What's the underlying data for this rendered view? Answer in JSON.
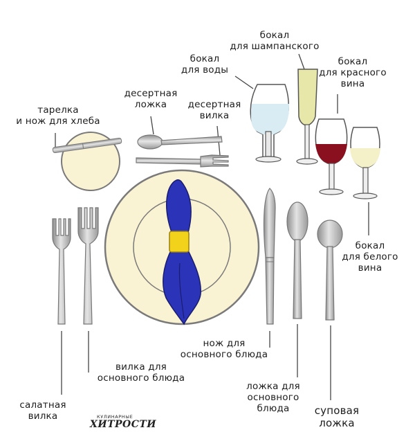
{
  "colors": {
    "plate": "#faf3d3",
    "plate_rim": "#7a7a7a",
    "napkin": "#2b33b8",
    "napkin_ring": "#f2d21a",
    "red_wine": "#8a1020",
    "white_wine": "#f4f0c8",
    "water": "#d9ecf4",
    "champagne": "#e6e7a8",
    "metal": "#b8b8b8"
  },
  "labels": {
    "bread_plate": [
      "тарелка",
      "и нож для хлеба"
    ],
    "dessert_spoon": [
      "десертная",
      "ложка"
    ],
    "dessert_fork": [
      "десертная",
      "вилка"
    ],
    "water_glass": [
      "бокал",
      "для воды"
    ],
    "champagne_glass": [
      "бокал",
      "для шампанского"
    ],
    "red_wine_glass": [
      "бокал",
      "для красного",
      "вина"
    ],
    "white_wine_glass": [
      "бокал",
      "для белого",
      "вина"
    ],
    "main_knife": [
      "нож для",
      "основного блюда"
    ],
    "main_spoon": [
      "ложка для",
      "основного",
      "блюда"
    ],
    "soup_spoon": [
      "суповая",
      "ложка"
    ],
    "main_fork": [
      "вилка для",
      "основного блюда"
    ],
    "salad_fork": [
      "салатная",
      "вилка"
    ]
  },
  "logo": {
    "top": "КУЛИНАРНЫЕ",
    "main": "ХИТРОСТИ"
  }
}
